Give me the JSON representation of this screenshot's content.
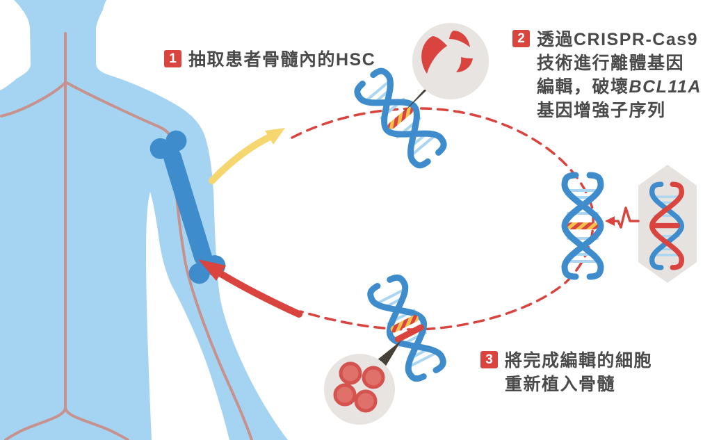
{
  "steps": {
    "step1": {
      "number": "1",
      "text": "抽取患者骨髓內的HSC"
    },
    "step2": {
      "number": "2",
      "line1": "透過CRISPR-Cas9",
      "line2": "技術進行離體基因",
      "line3_prefix": "編輯，破壞",
      "line3_gene": "BCL11A",
      "line4": "基因增強子序列"
    },
    "step3": {
      "number": "3",
      "line1": "將完成編輯的細胞",
      "line2": "重新植入骨髓"
    }
  },
  "colors": {
    "background": "#FFFFFF",
    "body_blue": "#A5D4F2",
    "dna_blue": "#3E8CCB",
    "rung_blue": "#ABD6F2",
    "red": "#D9443F",
    "yellow": "#F5D66F",
    "stripe_yellow": "#F3C04B",
    "vein_pink": "#C7918E",
    "callout_gray": "#E7E4E1",
    "badge_gray": "#E5E2DF",
    "pointer_dark": "#474038",
    "text_dark": "#4A4A4A",
    "cell_fill": "#E0706A",
    "cell_ring": "#D4534E"
  },
  "illustration": {
    "body": "human-body-silhouette",
    "bone": "arm-bone",
    "veins": "blood-vessel-lines",
    "top_dna": "dna-helix-edited-segment",
    "magnifier": "cas9-protein-callout",
    "right_dna": "dna-helix-edited-segment",
    "crispr_badge": "crispr-cas9-hexagon-badge",
    "bottom_dna": "dna-helix-edited-segment",
    "cells": "edited-blood-cells-callout",
    "cycle": "dashed-cycle-loop",
    "extract_arrow": "yellow-extract-arrow",
    "reinfuse_arrow": "red-reinfuse-arrow"
  }
}
